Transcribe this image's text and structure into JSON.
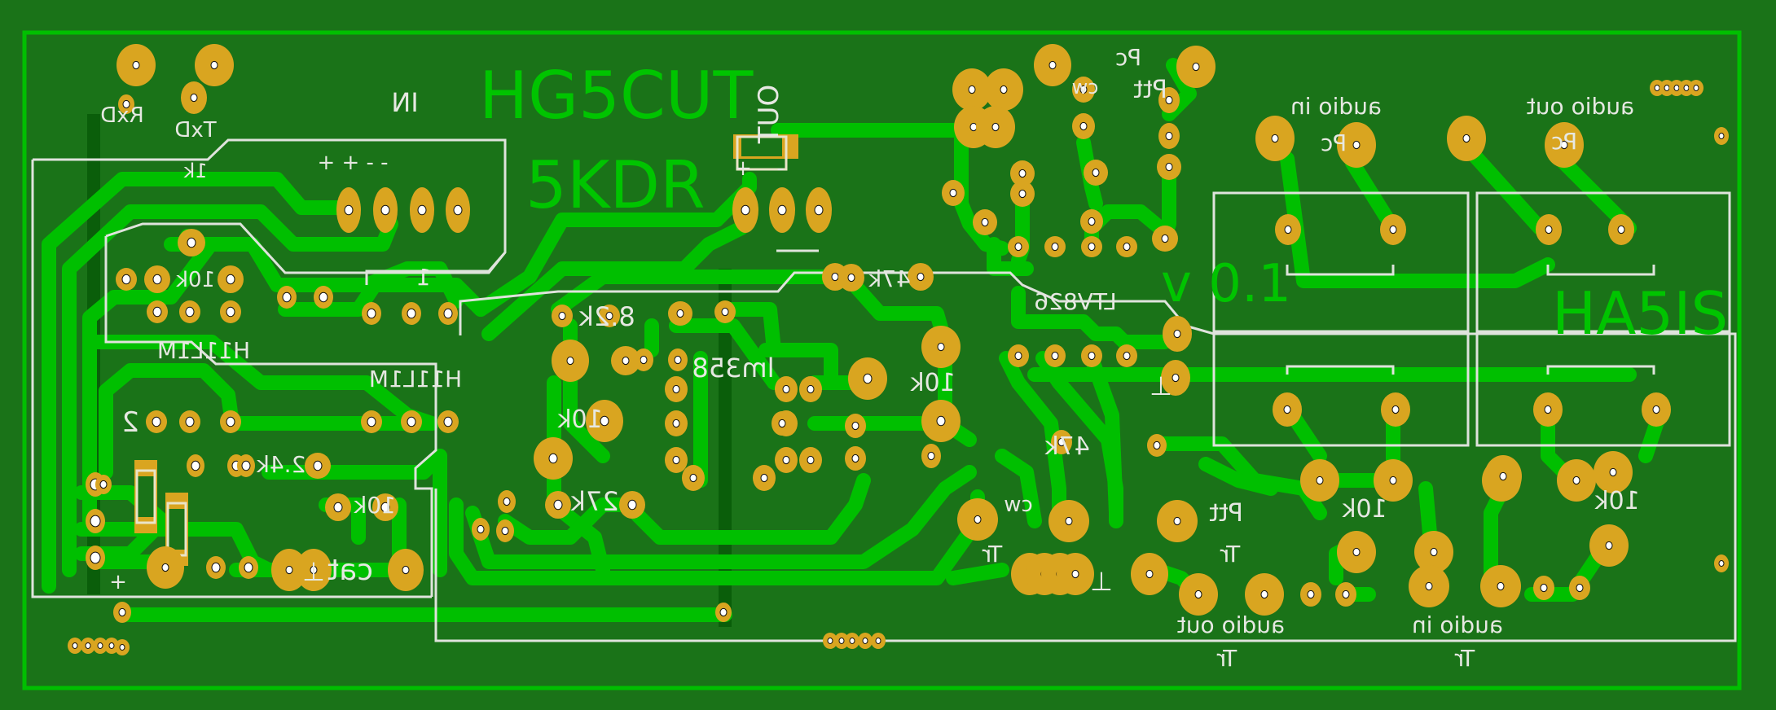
{
  "board": {
    "title": "HG5CUT",
    "author_line2": "5KDR",
    "version": "v 0.1",
    "second_author": "HA5IS",
    "colors": {
      "substrate": "#1a7318",
      "copper": "#00bf00",
      "pad": "#d9a520",
      "silkscreen": "#e6e8e2",
      "drill": "#ffffff"
    }
  },
  "silkscreen_labels": [
    {
      "id": "rxd",
      "text": "RxD",
      "mirrored": true
    },
    {
      "id": "txd",
      "text": "TxD",
      "mirrored": true
    },
    {
      "id": "conn4-name",
      "text": "IN",
      "mirrored": true
    },
    {
      "id": "conn4-pins",
      "text": "+ + - -",
      "mirrored": false
    },
    {
      "id": "r-1k",
      "text": "1k",
      "mirrored": true
    },
    {
      "id": "r-10k-a",
      "text": "10k",
      "mirrored": true
    },
    {
      "id": "pin1-mark",
      "text": "1",
      "mirrored": true
    },
    {
      "id": "ic-4n25-a",
      "text": "H11L1M",
      "mirrored": true
    },
    {
      "id": "ic-4n25-b",
      "text": "H11L1M",
      "mirrored": true
    },
    {
      "id": "pin2-mark",
      "text": "2",
      "mirrored": true
    },
    {
      "id": "r-2-4k",
      "text": "2.4k",
      "mirrored": true
    },
    {
      "id": "r-10k-b",
      "text": "10k",
      "mirrored": true
    },
    {
      "id": "cat",
      "text": "cat",
      "mirrored": true
    },
    {
      "id": "gnd-left",
      "text": "⊥",
      "mirrored": false
    },
    {
      "id": "plus-left",
      "text": "+",
      "mirrored": false
    },
    {
      "id": "out",
      "text": "OUT",
      "mirrored": true
    },
    {
      "id": "out-plus",
      "text": "+",
      "mirrored": false
    },
    {
      "id": "out-minus",
      "text": "-",
      "mirrored": false
    },
    {
      "id": "r-8-2k",
      "text": "8.2k",
      "mirrored": true
    },
    {
      "id": "r-47k-a",
      "text": "47k",
      "mirrored": true
    },
    {
      "id": "lm358",
      "text": "lm358",
      "mirrored": true
    },
    {
      "id": "pot-10k-a",
      "text": "10k",
      "mirrored": true
    },
    {
      "id": "pot-10k-b",
      "text": "10k",
      "mirrored": true
    },
    {
      "id": "r-27k",
      "text": "27k",
      "mirrored": true
    },
    {
      "id": "ltv826",
      "text": "LTV826",
      "mirrored": true
    },
    {
      "id": "r-47k-b",
      "text": "47k",
      "mirrored": true
    },
    {
      "id": "gnd-mid",
      "text": "⊥",
      "mirrored": false
    },
    {
      "id": "pc-top",
      "text": "Pc",
      "mirrored": true
    },
    {
      "id": "cw-top",
      "text": "cw",
      "mirrored": true
    },
    {
      "id": "ptt-top",
      "text": "Ptt",
      "mirrored": true
    },
    {
      "id": "audio-in-top",
      "text": "audio in",
      "mirrored": true
    },
    {
      "id": "pc-audio-in",
      "text": "Pc",
      "mirrored": true
    },
    {
      "id": "audio-out-top",
      "text": "audio out",
      "mirrored": true
    },
    {
      "id": "pc-audio-out",
      "text": "Pc",
      "mirrored": true
    },
    {
      "id": "cw-bottom",
      "text": "cw",
      "mirrored": true
    },
    {
      "id": "tr-cw",
      "text": "Tr",
      "mirrored": true
    },
    {
      "id": "ptt-bottom",
      "text": "Ptt",
      "mirrored": true
    },
    {
      "id": "tr-ptt",
      "text": "Tr",
      "mirrored": true
    },
    {
      "id": "gnd-bottom",
      "text": "⊥",
      "mirrored": false
    },
    {
      "id": "pot-10k-c",
      "text": "10k",
      "mirrored": true
    },
    {
      "id": "pot-10k-d",
      "text": "10k",
      "mirrored": true
    },
    {
      "id": "audio-out-bottom",
      "text": "audio out",
      "mirrored": true
    },
    {
      "id": "tr-audio-out",
      "text": "Tr",
      "mirrored": true
    },
    {
      "id": "audio-in-bottom",
      "text": "audio in",
      "mirrored": true
    },
    {
      "id": "tr-audio-in",
      "text": "Tr",
      "mirrored": true
    }
  ]
}
